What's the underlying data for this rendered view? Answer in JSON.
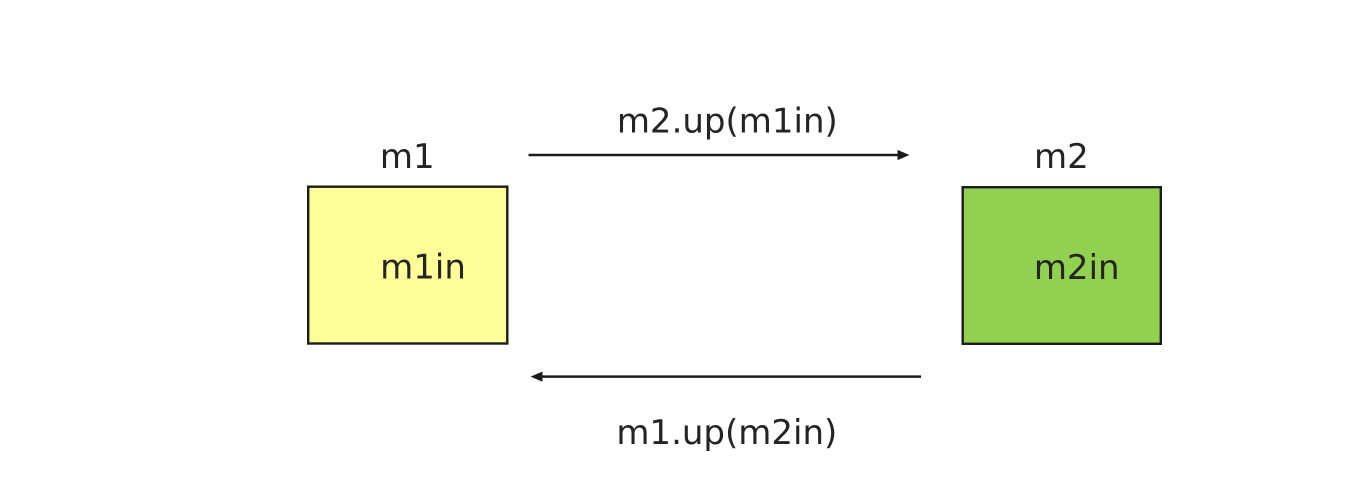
{
  "diagram": {
    "background": "#ffffff",
    "text_color": "#242424",
    "line_color": "#1c1c1c",
    "nodes": [
      {
        "id": "m1",
        "title": "m1",
        "content": "m1in",
        "fill": "#ffff99",
        "border": "#1c1c1c"
      },
      {
        "id": "m2",
        "title": "m2",
        "content": "m2in",
        "fill": "#92d050",
        "border": "#1c1c1c"
      }
    ],
    "arrows": [
      {
        "label": "m2.up(m1in)",
        "from": "m1",
        "to": "m2",
        "direction": "right",
        "color": "#1c1c1c"
      },
      {
        "label": "m1.up(m2in)",
        "from": "m2",
        "to": "m1",
        "direction": "left",
        "color": "#1c1c1c"
      }
    ]
  }
}
